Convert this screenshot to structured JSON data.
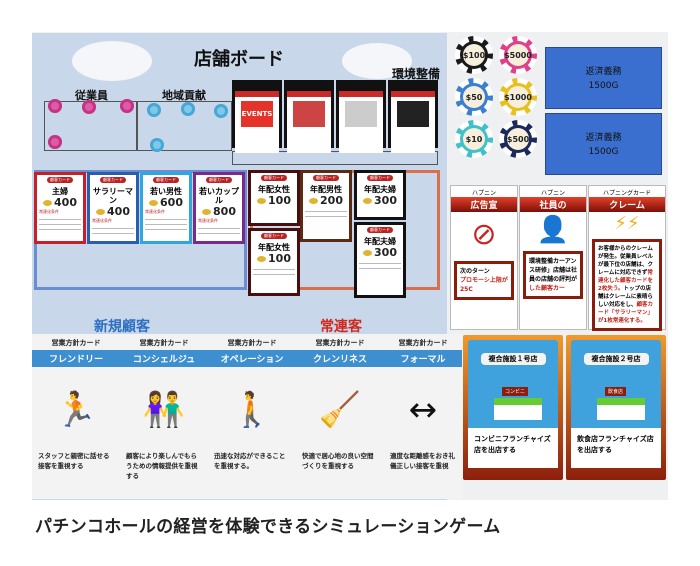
{
  "board": {
    "title": "店舗ボード",
    "employees_label": "従業員",
    "community_label": "地域貢献",
    "environment_label": "環境整備",
    "new_customers_label": "新規顧客",
    "regular_customers_label": "常連客"
  },
  "environment_cards": [
    {
      "image": "EVENTS"
    },
    {
      "image": "sign"
    },
    {
      "image": "notebook"
    },
    {
      "image": "crowd"
    }
  ],
  "customer_card_tag": "顧客カード",
  "condition_label": "常連化条件",
  "new_customers": [
    {
      "name": "主婦",
      "value": "400",
      "color": "#c8202a"
    },
    {
      "name": "サラリーマン",
      "value": "400",
      "color": "#2a5db0"
    },
    {
      "name": "若い男性",
      "value": "600",
      "color": "#2fa6de"
    },
    {
      "name": "若いカップル",
      "value": "800",
      "color": "#7a2a8a"
    }
  ],
  "regular_customers": [
    {
      "name": "年配女性",
      "value": "100",
      "color": "#4a0d0d"
    },
    {
      "name": "年配男性",
      "value": "200",
      "color": "#5a2a15"
    },
    {
      "name": "年配夫婦",
      "value": "300",
      "color": "#111111"
    },
    {
      "name": "年配女性",
      "value": "100",
      "color": "#4a0d0d"
    },
    {
      "name": "年配夫婦",
      "value": "300",
      "color": "#111111"
    }
  ],
  "policy_card_header": "営業方針カード",
  "policy_cards": [
    {
      "name": "フレンドリー",
      "desc": "スタッフと親密に話せる接客を重視する"
    },
    {
      "name": "コンシェルジュ",
      "desc": "顧客により楽しんでもらうための情報提供を重視する"
    },
    {
      "name": "オペレーション",
      "desc": "迅速な対応ができることを重視する。"
    },
    {
      "name": "クレンリネス",
      "desc": "快適で居心地の良い空間づくりを重視する"
    },
    {
      "name": "フォーマル",
      "desc": "適度な距離感をおき礼儀正しい接客を重視"
    }
  ],
  "chips": [
    {
      "label": "$100",
      "color": "#1a1a1a"
    },
    {
      "label": "$5000",
      "color": "#e0408a"
    },
    {
      "label": "$50",
      "color": "#3a7fd0"
    },
    {
      "label": "$1000",
      "color": "#e8c020"
    },
    {
      "label": "$10",
      "color": "#40c0c8"
    },
    {
      "label": "$500",
      "color": "#1c2a5a"
    }
  ],
  "debt_cards": [
    {
      "title": "返済義務",
      "amount": "1500G"
    },
    {
      "title": "返済義務",
      "amount": "1500G"
    }
  ],
  "happening_header": "ハプニングカード",
  "happening_cards": [
    {
      "header": "ハプニン",
      "name": "広告宣",
      "text": "次のターン",
      "text_red": "プロモーシ上限が25C"
    },
    {
      "header": "ハプニン",
      "name": "社員の",
      "text": "環境整備カーアンス研修」店舗は社員の店舗の評判が",
      "text_red": "した顧客カー"
    },
    {
      "header": "ハプニングカード",
      "name": "クレーム",
      "text": "お客様からのクレームが発生。従業員レベルが最下位の店舗は、クレームに対応できず",
      "text_red": "常連化した顧客カードを2枚失う。",
      "text2": "トップの店舗はクレームに素晴らしい対応をし、",
      "text_red2": "顧客カード「サラリーマン」が1枚常連化する。"
    }
  ],
  "facility_cards": [
    {
      "label": "複合施設１号店",
      "sign": "コンビニ",
      "text": "コンビニフランチャイズ店を出店する"
    },
    {
      "label": "複合施設２号店",
      "sign": "飲食店",
      "text": "飲食店フランチャイズ店を出店する"
    }
  ],
  "caption": "パチンコホールの経営を体験できるシミュレーションゲーム"
}
